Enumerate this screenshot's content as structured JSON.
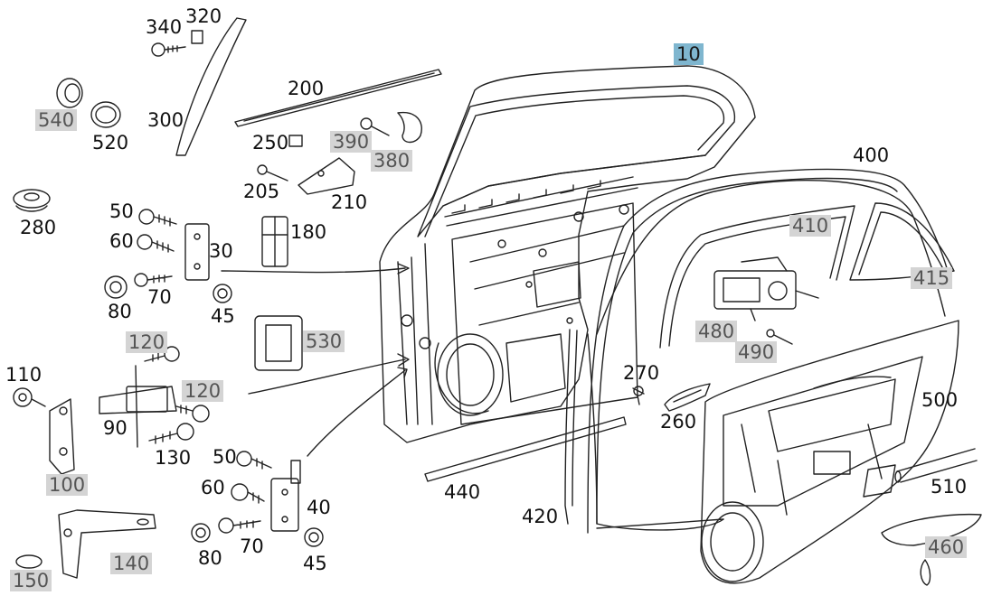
{
  "diagram": {
    "selected_part": "10",
    "callouts": {
      "p10": "10",
      "p30": "30",
      "p40": "40",
      "p45a": "45",
      "p45b": "45",
      "p50a": "50",
      "p50b": "50",
      "p60a": "60",
      "p60b": "60",
      "p70a": "70",
      "p70b": "70",
      "p80a": "80",
      "p80b": "80",
      "p90": "90",
      "p100": "100",
      "p110": "110",
      "p120a": "120",
      "p120b": "120",
      "p130": "130",
      "p140": "140",
      "p150": "150",
      "p180": "180",
      "p200": "200",
      "p205": "205",
      "p210": "210",
      "p250": "250",
      "p260": "260",
      "p270": "270",
      "p280": "280",
      "p300": "300",
      "p320": "320",
      "p340": "340",
      "p380": "380",
      "p390": "390",
      "p400": "400",
      "p410": "410",
      "p415": "415",
      "p420": "420",
      "p440": "440",
      "p460": "460",
      "p480": "480",
      "p490": "490",
      "p500": "500",
      "p510": "510",
      "p520": "520",
      "p530": "530",
      "p540": "540"
    },
    "colors": {
      "line": "#222222",
      "gray_label_bg": "#d4d4d4",
      "gray_label_text": "#555555",
      "selected_bg": "#7fb6cf"
    }
  }
}
